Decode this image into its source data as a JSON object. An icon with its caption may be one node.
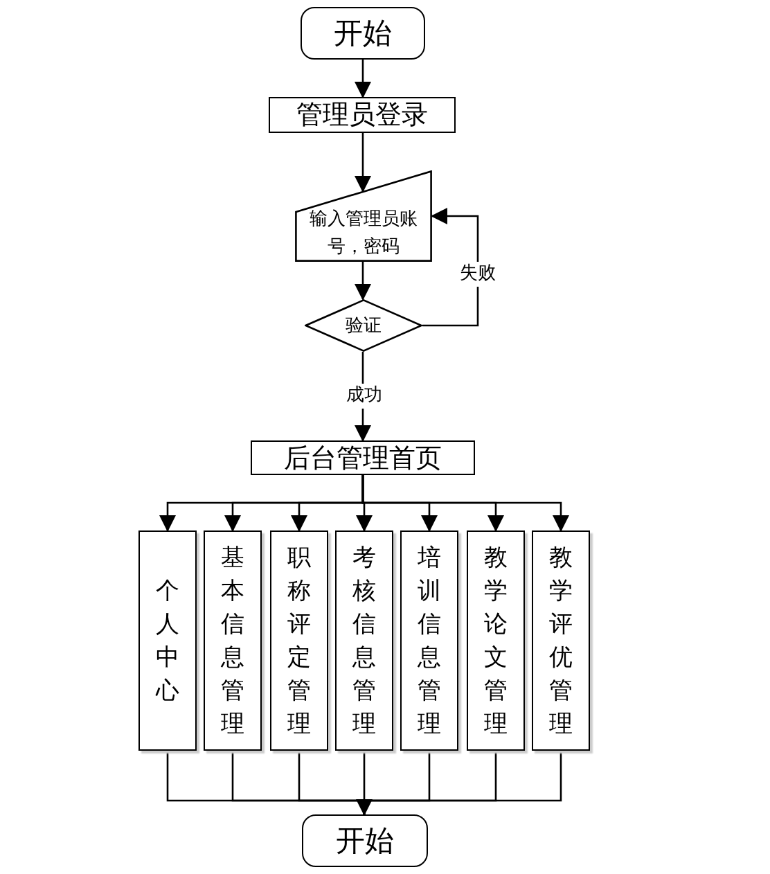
{
  "diagram": {
    "nodes": [
      {
        "text": [
          "开始"
        ]
      },
      {
        "text": [
          "管理员登录"
        ]
      },
      {
        "text": [
          "输入管理员账号，密码"
        ]
      },
      {
        "text": [
          "验证"
        ]
      },
      {
        "text": [
          "后台管理首页"
        ]
      },
      {
        "text": [
          "个人中心"
        ]
      },
      {
        "text": [
          "基本信息管理"
        ]
      },
      {
        "text": [
          "职称评定管理"
        ]
      },
      {
        "text": [
          "考核信息管理"
        ]
      },
      {
        "text": [
          "培训信息管理"
        ]
      },
      {
        "text": [
          "教学论文管理"
        ]
      },
      {
        "text": [
          "教学评优管理"
        ]
      },
      {
        "text": [
          "开始"
        ]
      }
    ],
    "edges": [
      {
        "from": 0,
        "to": 1,
        "arrow": "to"
      },
      {
        "from": 1,
        "to": 2,
        "arrow": "to"
      },
      {
        "from": 2,
        "to": 3,
        "arrow": "to"
      },
      {
        "from": 3,
        "to": 2,
        "arrow": "to",
        "label": "失败"
      },
      {
        "from": 3,
        "to": 4,
        "arrow": "to",
        "label": "成功"
      },
      {
        "from": 4,
        "to": 5,
        "arrow": "to"
      },
      {
        "from": 4,
        "to": 6,
        "arrow": "to"
      },
      {
        "from": 4,
        "to": 7,
        "arrow": "to"
      },
      {
        "from": 4,
        "to": 8,
        "arrow": "to"
      },
      {
        "from": 4,
        "to": 9,
        "arrow": "to"
      },
      {
        "from": 4,
        "to": 10,
        "arrow": "to"
      },
      {
        "from": 4,
        "to": 11,
        "arrow": "to"
      },
      {
        "from": 5,
        "to": 12,
        "arrow": "none"
      },
      {
        "from": 6,
        "to": 12,
        "arrow": "none"
      },
      {
        "from": 7,
        "to": 12,
        "arrow": "none"
      },
      {
        "from": 8,
        "to": 12,
        "arrow": "to"
      },
      {
        "from": 9,
        "to": 12,
        "arrow": "none"
      },
      {
        "from": 10,
        "to": 12,
        "arrow": "none"
      },
      {
        "from": 11,
        "to": 12,
        "arrow": "none"
      }
    ]
  }
}
